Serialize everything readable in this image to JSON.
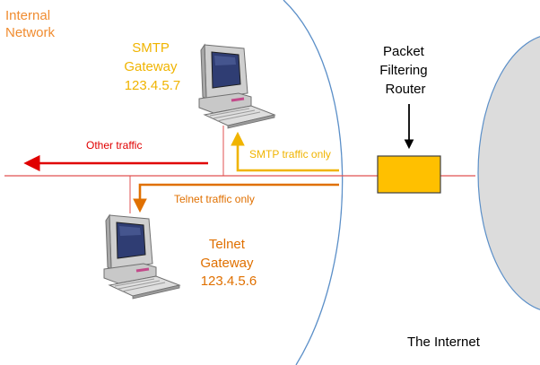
{
  "labels": {
    "internal_network": [
      "Internal",
      "Network"
    ],
    "smtp_gateway": [
      "SMTP",
      "Gateway",
      "123.4.5.7"
    ],
    "telnet_gateway": [
      "Telnet",
      "Gateway",
      "123.4.5.6"
    ],
    "router": [
      "Packet",
      "Filtering",
      "Router"
    ],
    "internet": "The Internet"
  },
  "traffic": {
    "other": "Other traffic",
    "smtp": "SMTP traffic only",
    "telnet": "Telnet traffic only"
  },
  "colors": {
    "internal": "#f08c30",
    "smtp": "#f0b400",
    "telnet": "#e07000",
    "other": "#e00000",
    "line": "#e05050",
    "router_fill": "#ffc000",
    "boundary": "#5b8fc8",
    "internet_fill": "#dcdcdc"
  },
  "icons": {
    "smtp_host": "computer-icon",
    "telnet_host": "computer-icon"
  }
}
